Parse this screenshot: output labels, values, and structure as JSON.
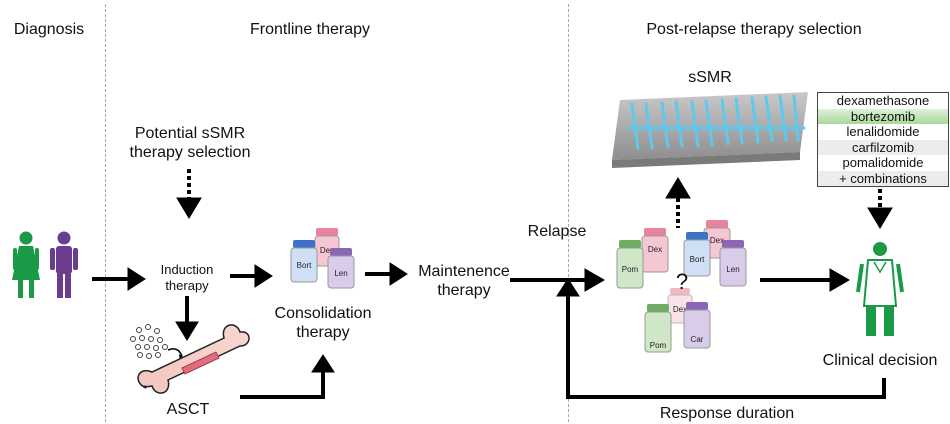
{
  "sections": {
    "diagnosis": "Diagnosis",
    "frontline": "Frontline therapy",
    "post_relapse": "Post-relapse therapy selection"
  },
  "labels": {
    "potential_ssmr": "Potential sSMR therapy selection",
    "induction": "Induction therapy",
    "consolidation": "Consolidation therapy",
    "maintenence": "Maintenence therapy",
    "relapse": "Relapse",
    "ssmr": "sSMR",
    "asct": "ASCT",
    "clinical_decision": "Clinical decision",
    "response_duration": "Response duration",
    "question_mark": "?"
  },
  "drug_list": [
    "dexamethasone",
    "bortezomib",
    "lenalidomide",
    "carfilzomib",
    "pomalidomide",
    "+ combinations"
  ],
  "bottles": {
    "bort": "Bort",
    "len": "Len",
    "dex": "Dex",
    "pom": "Pom",
    "car": "Car"
  },
  "colors": {
    "woman": "#1a9a46",
    "man": "#6b3d91",
    "doctor": "#1a9a46",
    "bort_cap": "#3d73c7",
    "len_cap": "#8b65b6",
    "dex_cap": "#e7839c",
    "pom_cap": "#6fae62",
    "car_cap": "#8b65b6",
    "highlight": "#a8d89a"
  }
}
